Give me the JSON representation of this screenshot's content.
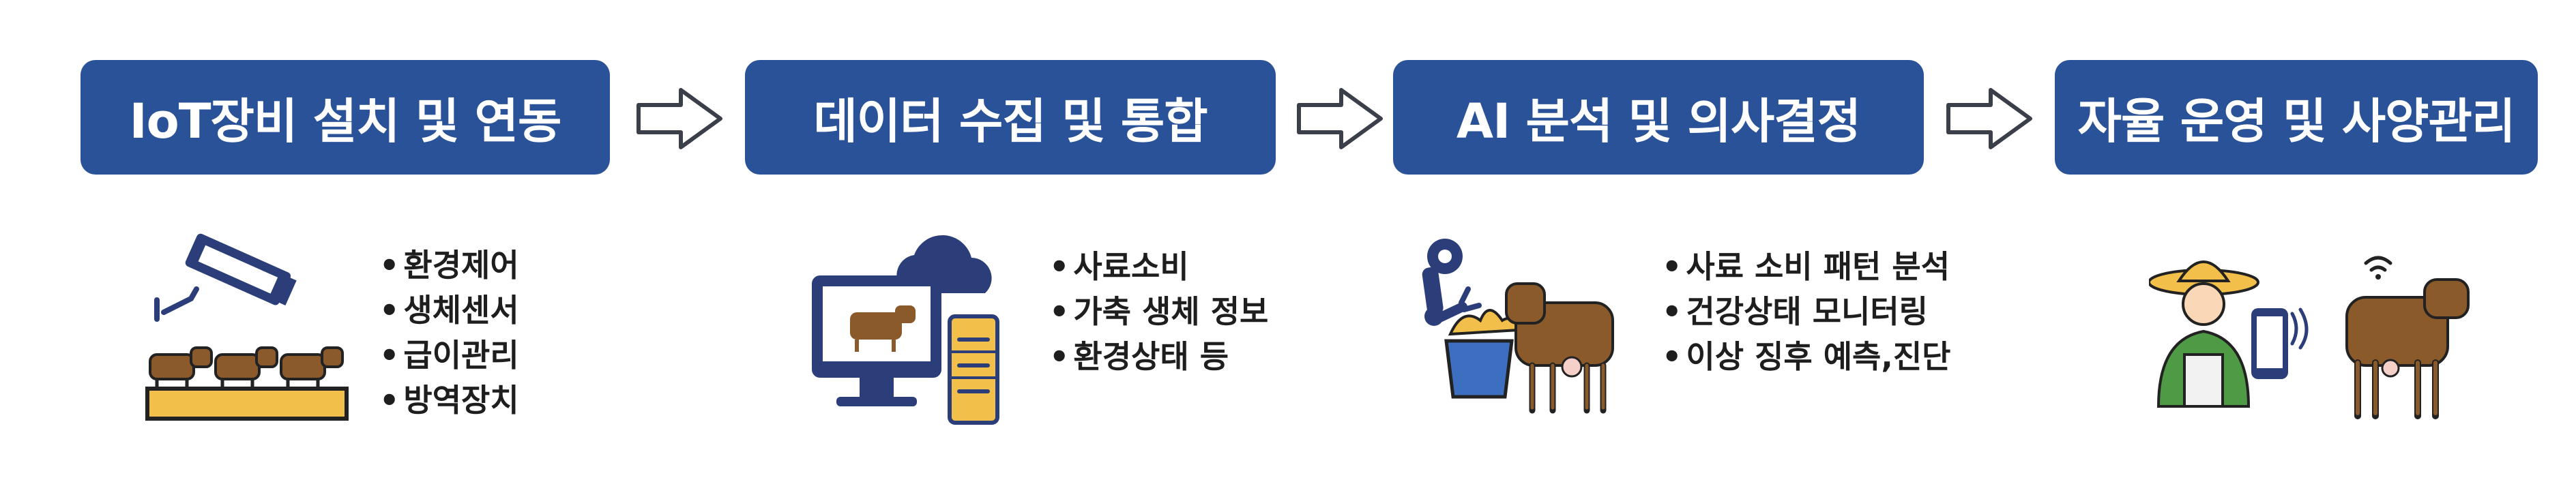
{
  "stages": [
    {
      "label": "IoT장비 설치 및 연동",
      "bullets": [
        "환경제어",
        "생체센서",
        "급이관리",
        "방역장치"
      ],
      "icon": "cctv-camera-and-cattle-feeding-icon"
    },
    {
      "label": "데이터 수집 및 통합",
      "bullets": [
        "사료소비",
        "가축 생체 정보",
        "환경상태 등"
      ],
      "icon": "cloud-monitor-server-icon"
    },
    {
      "label": "AI 분석 및 의사결정",
      "bullets": [
        "사료 소비 패턴 분석",
        "건강상태 모니터링",
        "이상 징후 예측,진단"
      ],
      "icon": "robot-arm-feeding-cow-icon"
    },
    {
      "label": "자율 운영 및 사양관리",
      "bullets": [],
      "icon": "farmer-smartphone-cow-icon"
    }
  ],
  "colors": {
    "stage_fill": "#2a5298",
    "illustration_dark": "#2c3e7a",
    "cow_brown": "#8b5a2b",
    "straw_yellow": "#f2c04a"
  }
}
